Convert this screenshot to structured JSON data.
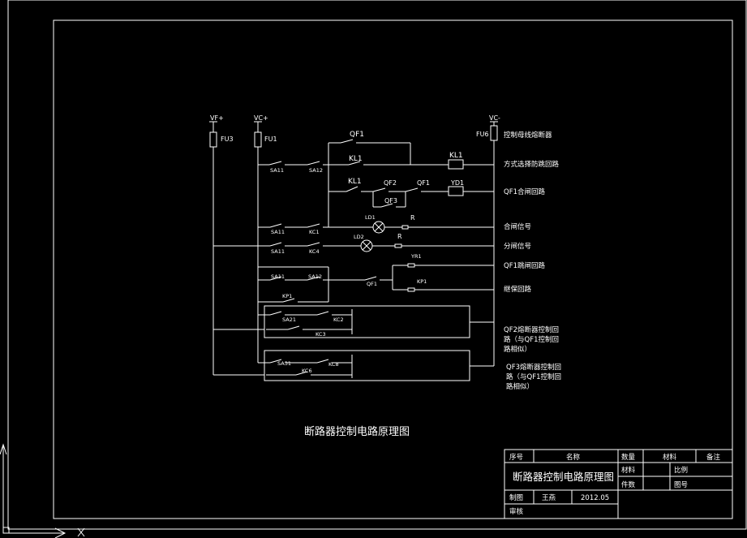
{
  "labels": {
    "vfplus": "VF+",
    "vcplus": "VC+",
    "vcminus": "VC-",
    "fu3": "FU3",
    "fu1": "FU1",
    "fu6": "FU6",
    "qf1_top": "QF1",
    "kl1_a": "KL1",
    "kl1_coil": "KL1",
    "sa11_1": "SA11",
    "sa12_1": "SA12",
    "kl1_b": "KL1",
    "qf2": "QF2",
    "qf3": "QF3",
    "qf1_b": "QF1",
    "yd1": "YD1",
    "ld1": "LD1",
    "r1": "R",
    "sa11_2": "SA11",
    "kc1": "KC1",
    "ld2": "LD2",
    "r2": "R",
    "sa11_3": "SA11",
    "kc4": "KC4",
    "yr1": "YR1",
    "kp1_a": "KP1",
    "sa11_4": "SA11",
    "sa12_2": "SA12",
    "qf1_c": "QF1",
    "kp1_b": "KP1",
    "sa21": "SA21",
    "kc2": "KC2",
    "kc3": "KC3",
    "sa31": "SA31",
    "kc6": "KC6",
    "kc8": "KC8"
  },
  "right_labels": {
    "r1": "控制母线熔断器",
    "r2": "方式选择防跳回路",
    "r3": "QF1合闸回路",
    "r4": "合闸信号",
    "r5": "分闸信号",
    "r6": "QF1跳闸回路",
    "r7": "继保回路",
    "r8a": "QF2熔断器控制回",
    "r8b": "路（与QF1控制回",
    "r8c": "路相似）",
    "r9a": "QF3熔断器控制回",
    "r9b": "路（与QF1控制回",
    "r9c": "路相似）"
  },
  "diagram_title": "断路器控制电路原理图",
  "title_block": {
    "h_xuhao": "序号",
    "h_mingcheng": "名称",
    "h_shuliang": "数量",
    "h_cailiao": "材料",
    "h_beizhu": "备注",
    "name": "断路器控制电路原理图",
    "cailiao": "材料",
    "bili": "比例",
    "jianshu": "件数",
    "tuhao": "图号",
    "zhitu": "制图",
    "author": "王燕",
    "date": "2012.05",
    "shenhe": "审核"
  }
}
